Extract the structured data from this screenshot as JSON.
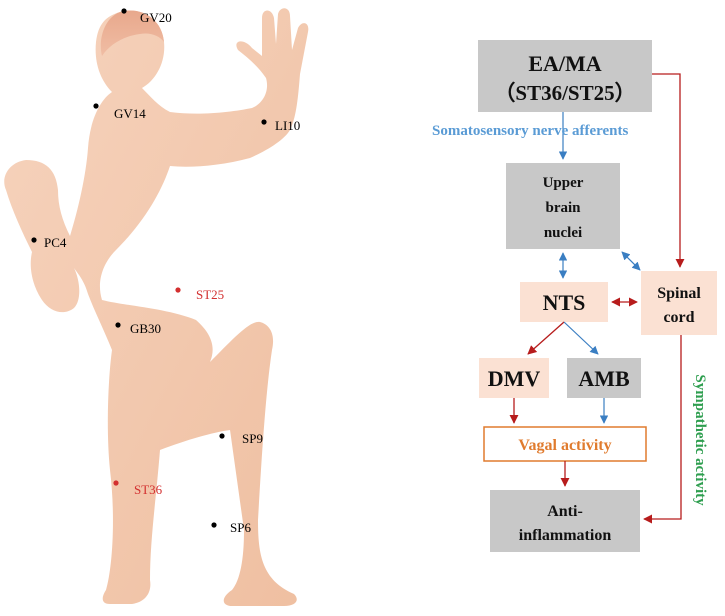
{
  "acupoints": [
    {
      "label": "GV20",
      "color": "#000000"
    },
    {
      "label": "GV14",
      "color": "#000000"
    },
    {
      "label": "LI10",
      "color": "#000000"
    },
    {
      "label": "PC4",
      "color": "#000000"
    },
    {
      "label": "ST25",
      "color": "#d32f2f"
    },
    {
      "label": "GB30",
      "color": "#000000"
    },
    {
      "label": "SP9",
      "color": "#000000"
    },
    {
      "label": "ST36",
      "color": "#d32f2f"
    },
    {
      "label": "SP6",
      "color": "#000000"
    }
  ],
  "nodes": {
    "ea_ma": {
      "line1": "EA/MA",
      "line2": "（ST36/ST25）"
    },
    "upper_brain": {
      "line1": "Upper",
      "line2": "brain",
      "line3": "nuclei"
    },
    "nts": {
      "label": "NTS"
    },
    "spinal": {
      "line1": "Spinal",
      "line2": "cord"
    },
    "dmv": {
      "label": "DMV"
    },
    "amb": {
      "label": "AMB"
    },
    "vagal": {
      "label": "Vagal activity"
    },
    "anti": {
      "line1": "Anti-",
      "line2": "inflammation"
    }
  },
  "labels": {
    "somatosensory": "Somatosensory nerve afferents",
    "sympathetic": "Sympathetic activity"
  },
  "colors": {
    "gray_box": "#c8c8c8",
    "pink_box": "#fbe1d3",
    "red_arrow": "#b71c1c",
    "blue_arrow": "#3a7ec2",
    "orange": "#e07b2e",
    "green_text": "#2e9e4f",
    "blue_text": "#5a9bd5",
    "body_skin": "#f3c9ad"
  }
}
